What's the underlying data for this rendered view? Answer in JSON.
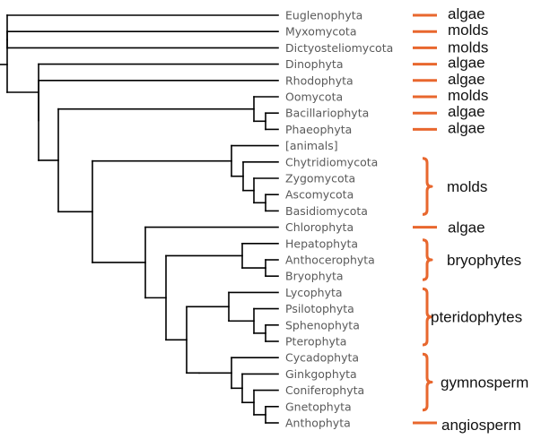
{
  "taxa": [
    "Euglenophyta",
    "Myxomycota",
    "Dictyosteliomycota",
    "Dinophyta",
    "Rhodophyta",
    "Oomycota",
    "Bacillariophyta",
    "Phaeophyta",
    "[animals]",
    "Chytridiomycota",
    "Zygomycota",
    "Ascomycota",
    "Basidiomycota",
    "Chlorophyta",
    "Hepatophyta",
    "Anthocerophyta",
    "Bryophyta",
    "Lycophyta",
    "Psilotophyta",
    "Sphenophyta",
    "Pterophyta",
    "Cycadophyta",
    "Ginkgophyta",
    "Coniferophyta",
    "Gnetophyta",
    "Anthophyta"
  ],
  "groups": [
    {
      "label": "algae",
      "first": 0,
      "last": 0
    },
    {
      "label": "molds",
      "first": 1,
      "last": 1
    },
    {
      "label": "molds",
      "first": 2,
      "last": 2
    },
    {
      "label": "algae",
      "first": 3,
      "last": 3
    },
    {
      "label": "algae",
      "first": 4,
      "last": 4
    },
    {
      "label": "molds",
      "first": 5,
      "last": 5
    },
    {
      "label": "algae",
      "first": 6,
      "last": 6
    },
    {
      "label": "algae",
      "first": 7,
      "last": 7
    },
    {
      "label": "molds",
      "first": 9,
      "last": 12
    },
    {
      "label": "algae",
      "first": 13,
      "last": 13
    },
    {
      "label": "bryophytes",
      "first": 14,
      "last": 16
    },
    {
      "label": "pteridophytes",
      "first": 17,
      "last": 20
    },
    {
      "label": "gymnosperm",
      "first": 21,
      "last": 24
    },
    {
      "label": "angiosperm",
      "first": 25,
      "last": 25
    }
  ],
  "colors": {
    "branch": "#000000",
    "bracket": "#e8672e",
    "taxon_text": "#5a5a5a",
    "group_text": "#111111"
  }
}
